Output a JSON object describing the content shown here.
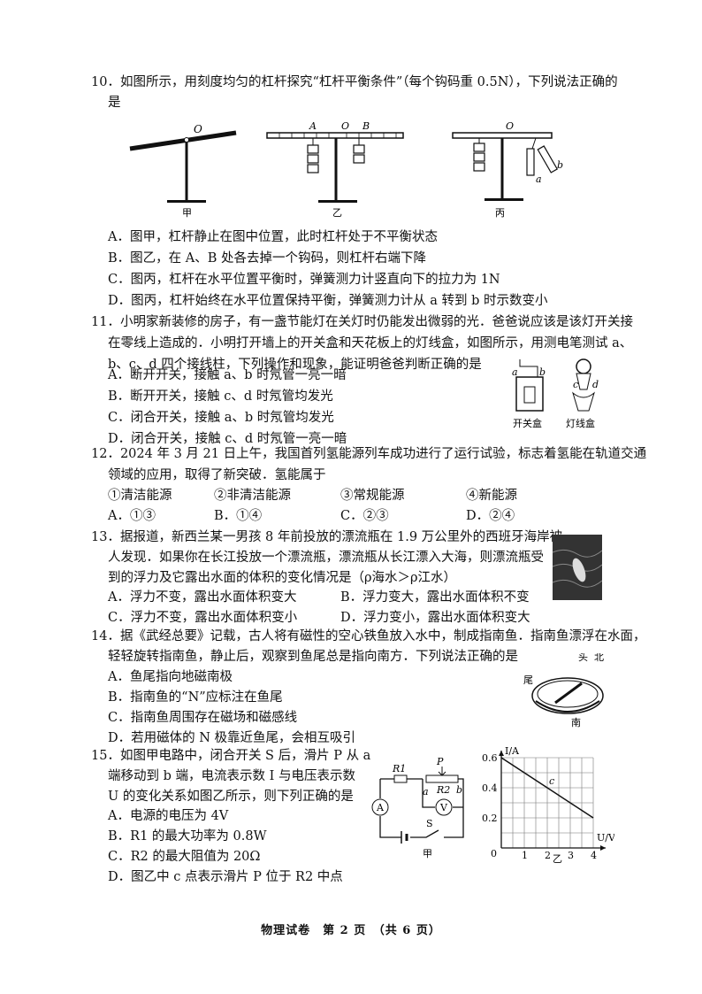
{
  "q10": {
    "stem1": "10．如图所示，用刻度均匀的杠杆探究“杠杆平衡条件”（每个钩码重 0.5N），下列说法正确的",
    "stem2": "是",
    "fig_labels": {
      "jia": "甲",
      "yi": "乙",
      "bing": "丙",
      "O1": "O",
      "A": "A",
      "O2": "O",
      "B": "B",
      "O3": "O",
      "a": "a",
      "b": "b"
    },
    "options": [
      "A．图甲，杠杆静止在图中位置，此时杠杆处于不平衡状态",
      "B．图乙，在 A、B 处各去掉一个钩码，则杠杆右端下降",
      "C．图丙，杠杆在水平位置平衡时，弹簧测力计竖直向下的拉力为 1N",
      "D．图丙，杠杆始终在水平位置保持平衡，弹簧测力计从 a 转到 b 时示数变小"
    ]
  },
  "q11": {
    "stem1": "11．小明家新装修的房子，有一盏节能灯在关灯时仍能发出微弱的光．爸爸说应该是该灯开关接",
    "stem2": "在零线上造成的．小明打开墙上的开关盒和天花板上的灯线盒，如图所示，用测电笔测试 a、",
    "stem3": "b、c、d 四个接线柱，下列操作和现象，能证明爸爸判断正确的是",
    "options": [
      "A．断开开关，接触 a、b 时氖管一亮一暗",
      "B．断开开关，接触 c、d 时氖管均发光",
      "C．闭合开关，接触 a、b 时氖管均发光",
      "D．闭合开关，接触 c、d 时氖管一亮一暗"
    ],
    "fig_labels": {
      "a": "a",
      "b": "b",
      "c": "c",
      "d": "d",
      "switch_box": "开关盒",
      "lamp_box": "灯线盒"
    }
  },
  "q12": {
    "stem1": "12．2024 年 3 月 21 日上午，我国首列氢能源列车成功进行了运行试验，标志着氢能在轨道交通",
    "stem2": "领域的应用，取得了新突破．氢能属于",
    "items": [
      "①清洁能源",
      "②非清洁能源",
      "③常规能源",
      "④新能源"
    ],
    "options": [
      "A．①③",
      "B．①④",
      "C．②③",
      "D．②④"
    ]
  },
  "q13": {
    "stem1": "13．据报道，新西兰某一男孩 8 年前投放的漂流瓶在 1.9 万公里外的西班牙海岸被",
    "stem2": "人发现．如果你在长江投放一个漂流瓶，漂流瓶从长江漂入大海，则漂流瓶受",
    "stem3": "到的浮力及它露出水面的体积的变化情况是（ρ海水＞ρ江水）",
    "options": [
      "A．浮力不变，露出水面体积变大",
      "B．浮力变大，露出水面体积不变",
      "C．浮力不变，露出水面体积变小",
      "D．浮力变小，露出水面体积变大"
    ]
  },
  "q14": {
    "stem1": "14．据《武经总要》记载，古人将有磁性的空心铁鱼放入水中，制成指南鱼．指南鱼漂浮在水面，",
    "stem2": "轻轻旋转指南鱼，静止后，观察到鱼尾总是指向南方．下列说法正确的是",
    "options": [
      "A．鱼尾指向地磁南极",
      "B．指南鱼的“N”应标注在鱼尾",
      "C．指南鱼周围存在磁场和磁感线",
      "D．若用磁体的 N 极靠近鱼尾，会相互吸引"
    ],
    "fig_labels": {
      "head": "头",
      "north": "北",
      "tail": "尾",
      "south": "南"
    }
  },
  "q15": {
    "stem1": "15．如图甲电路中，闭合开关 S 后，滑片 P 从 a",
    "stem2": "端移动到 b 端，电流表示数 I 与电压表示数",
    "stem3": "U 的变化关系如图乙所示，则下列正确的是",
    "options": [
      "A．电源的电压为 4V",
      "B．R1 的最大功率为 0.8W",
      "C．R2 的最大阻值为 20Ω",
      "D．图乙中 c 点表示滑片 P 位于 R2 中点"
    ],
    "circuit_labels": {
      "R1": "R1",
      "P": "P",
      "a": "a",
      "R2": "R2",
      "b": "b",
      "A": "A",
      "V": "V",
      "S": "S",
      "jia": "甲"
    },
    "graph_labels": {
      "ylabel": "I/A",
      "xlabel": "U/V",
      "c": "c",
      "yi": "乙",
      "origin": "0",
      "yticks": [
        "0.6",
        "0.4",
        "0.2"
      ],
      "xticks": [
        "1",
        "2",
        "3",
        "4"
      ]
    }
  },
  "chart_data": {
    "type": "line",
    "xlabel": "U/V",
    "ylabel": "I/A",
    "xlim": [
      0,
      4
    ],
    "ylim": [
      0,
      0.6
    ],
    "grid": true,
    "series": [
      {
        "x": [
          0,
          4
        ],
        "y": [
          0.6,
          0.2
        ]
      }
    ],
    "annotations": [
      {
        "text": "c",
        "x": 2,
        "y": 0.4
      }
    ]
  },
  "footer": "物理试卷　第 2 页　（共 6 页）"
}
